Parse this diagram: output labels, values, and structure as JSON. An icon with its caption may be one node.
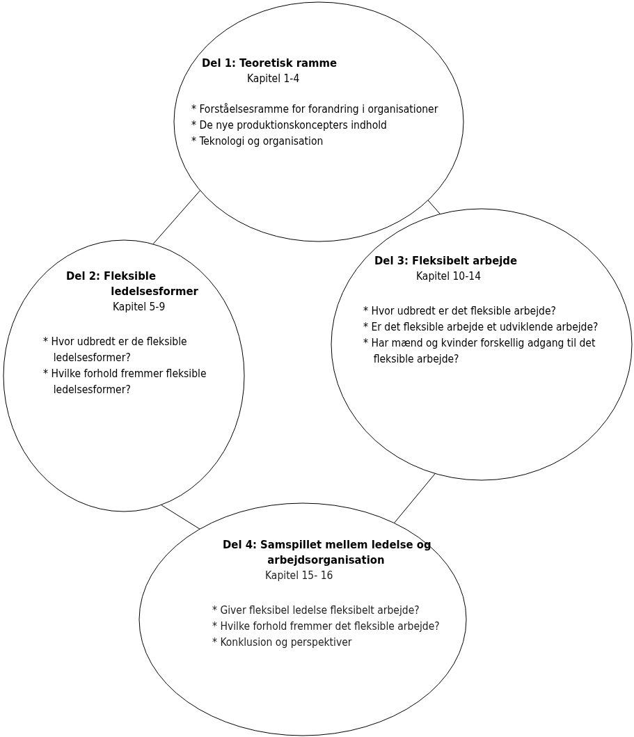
{
  "diagram": {
    "nodes": [
      {
        "text": [
          "Del 1: Teoretisk ramme",
          "Kapitel 1-4",
          "* Forståelsesramme for forandring i organisationer",
          "* De nye produktionskoncepters indhold",
          "* Teknologi og organisation"
        ]
      },
      {
        "text": [
          "Del 2: Fleksible ledelsesformer",
          "Kapitel 5-9",
          "* Hvor udbredt er de fleksible ledelsesformer?",
          "* Hvilke forhold fremmer fleksible ledelsesformer?"
        ]
      },
      {
        "text": [
          "Del 3: Fleksibelt arbejde",
          "Kapitel 10-14",
          "* Hvor udbredt er det fleksible arbejde?",
          "* Er det fleksible arbejde et udviklende arbejde?",
          "* Har mænd og kvinder forskellig adgang til det fleksible arbejde?"
        ]
      },
      {
        "text": [
          "Del 4: Samspillet mellem ledelse og arbejdsorganisation",
          "Kapitel 15- 16",
          "* Giver fleksibel ledelse fleksibelt arbejde?",
          "* Hvilke forhold fremmer det fleksible arbejde?",
          "* Konklusion og perspektiver"
        ]
      }
    ],
    "edges": [
      {
        "from": 0,
        "to": 1,
        "arrow": "none"
      },
      {
        "from": 0,
        "to": 2,
        "arrow": "none"
      },
      {
        "from": 1,
        "to": 3,
        "arrow": "none"
      },
      {
        "from": 2,
        "to": 3,
        "arrow": "none"
      }
    ]
  }
}
